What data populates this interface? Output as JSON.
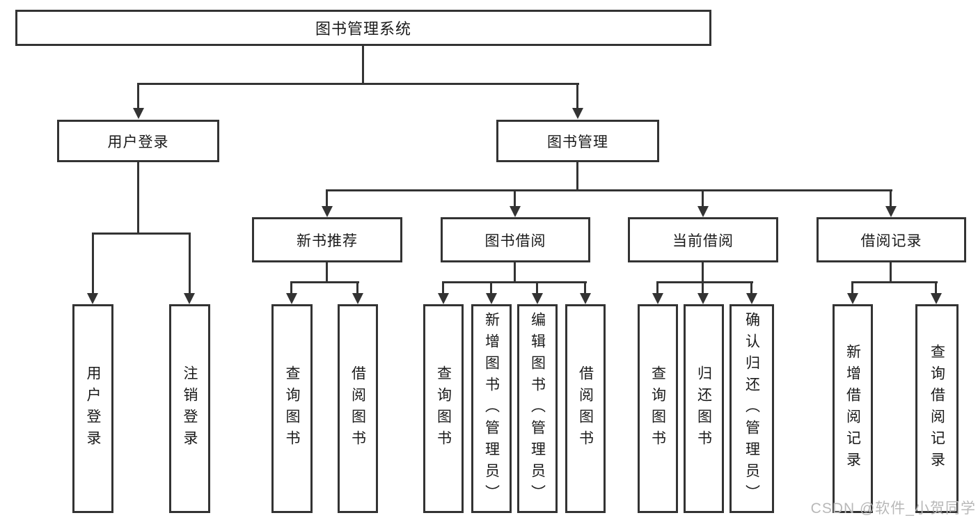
{
  "diagram": {
    "background": "#ffffff",
    "line_color": "#333333",
    "text_color": "#1a1a1a",
    "watermark": {
      "text": "CSDN @软件_小贺同学",
      "color": "#b8b8b8"
    },
    "nodes": {
      "root": "图书管理系统",
      "user_login": "用户登录",
      "book_mgmt": "图书管理",
      "new_book_rec": "新书推荐",
      "book_borrow": "图书借阅",
      "current_borrow": "当前借阅",
      "borrow_record": "借阅记录",
      "leaf_user_login": "用户登录",
      "leaf_logout": "注销登录",
      "query_book_a": "查询图书",
      "borrow_book_a": "借阅图书",
      "query_book_b": "查询图书",
      "add_book": "新增图书（管理员）",
      "edit_book": "编辑图书（管理员）",
      "borrow_book_b": "借阅图书",
      "query_book_c": "查询图书",
      "return_book": "归还图书",
      "confirm_return": "确认归还（管理员）",
      "add_borrow_record": "新增借阅记录",
      "query_borrow_record": "查询借阅记录"
    },
    "edges": [
      {
        "from": "root",
        "to": [
          "user_login",
          "book_mgmt"
        ]
      },
      {
        "from": "user_login",
        "to": [
          "leaf_user_login",
          "leaf_logout"
        ]
      },
      {
        "from": "book_mgmt",
        "to": [
          "new_book_rec",
          "book_borrow",
          "current_borrow",
          "borrow_record"
        ]
      },
      {
        "from": "new_book_rec",
        "to": [
          "query_book_a",
          "borrow_book_a"
        ]
      },
      {
        "from": "book_borrow",
        "to": [
          "query_book_b",
          "add_book",
          "edit_book",
          "borrow_book_b"
        ]
      },
      {
        "from": "current_borrow",
        "to": [
          "query_book_c",
          "return_book",
          "confirm_return"
        ]
      },
      {
        "from": "borrow_record",
        "to": [
          "add_borrow_record",
          "query_borrow_record"
        ]
      }
    ]
  }
}
